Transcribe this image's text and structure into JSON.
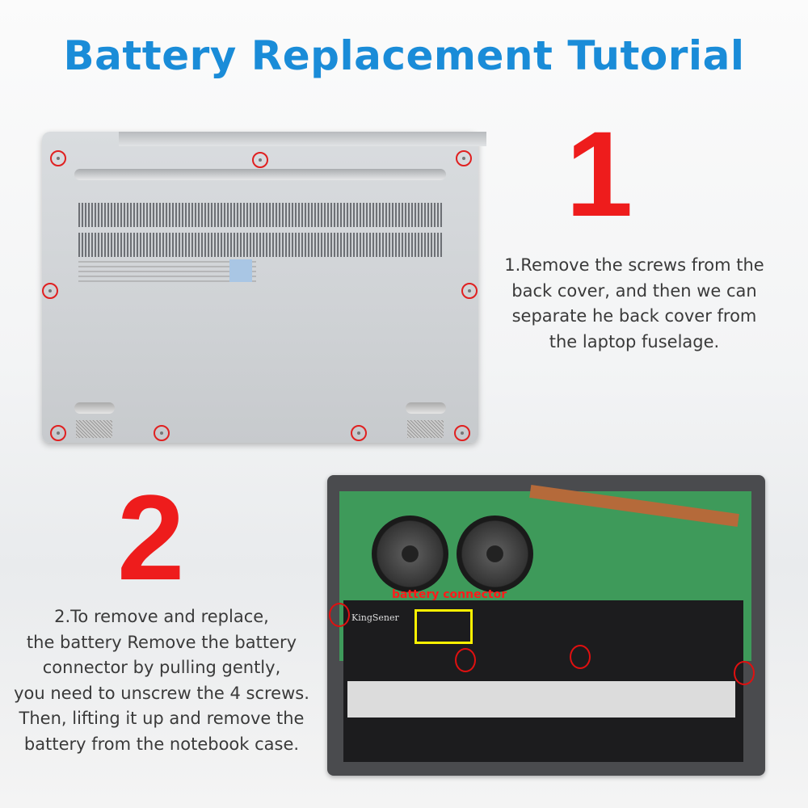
{
  "title": "Battery Replacement Tutorial",
  "colors": {
    "title": "#1a8cd8",
    "step_number": "#ee1c1c",
    "connector_highlight": "#fff200",
    "screw_marker": "#e02020"
  },
  "step1": {
    "number": "1",
    "lines": [
      "1.Remove the screws from the",
      "back cover, and then we can",
      "separate he back cover from",
      "the laptop fuselage."
    ]
  },
  "step2": {
    "number": "2",
    "lines": [
      "2.To remove and replace,",
      "the battery Remove the battery",
      "connector by pulling gently,",
      "you need to unscrew the 4 screws.",
      "Then, lifting it up and remove the",
      "battery from the notebook case."
    ]
  },
  "photo2": {
    "annotation": "battery connector",
    "battery_brand": "KingSener"
  }
}
